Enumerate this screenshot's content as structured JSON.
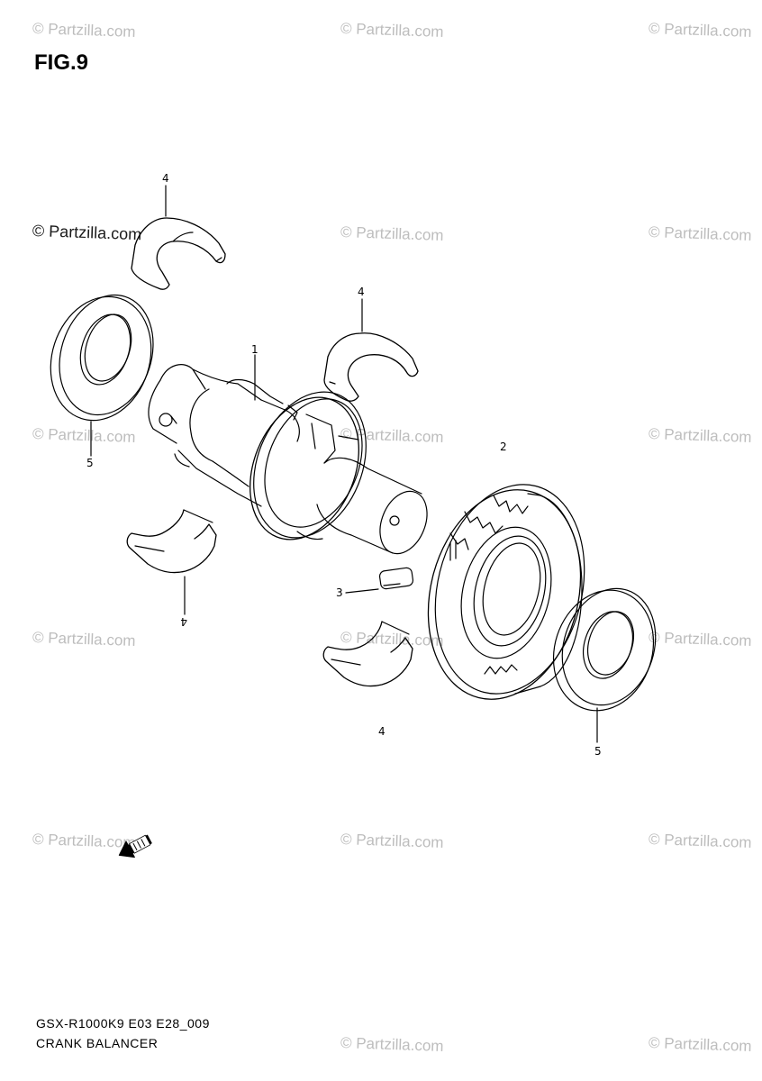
{
  "figure": {
    "title": "FIG.9"
  },
  "watermarks": {
    "main": "© Partzilla.com",
    "repeat": "© Partzilla.com"
  },
  "callouts": [
    {
      "id": "c4a",
      "label": "4"
    },
    {
      "id": "c4b",
      "label": "4"
    },
    {
      "id": "c1",
      "label": "1"
    },
    {
      "id": "c2",
      "label": "2"
    },
    {
      "id": "c5a",
      "label": "5"
    },
    {
      "id": "c4c",
      "label": "4"
    },
    {
      "id": "c3",
      "label": "3"
    },
    {
      "id": "c4d",
      "label": "4"
    },
    {
      "id": "c5b",
      "label": "5"
    }
  ],
  "footer": {
    "code": "GSX-R1000K9 E03 E28_009",
    "name": "CRANK BALANCER"
  },
  "colors": {
    "line": "#000000",
    "watermark": "#bdbdbd",
    "background": "#ffffff"
  },
  "icons": {
    "front_arrow": "front-arrow-icon"
  }
}
